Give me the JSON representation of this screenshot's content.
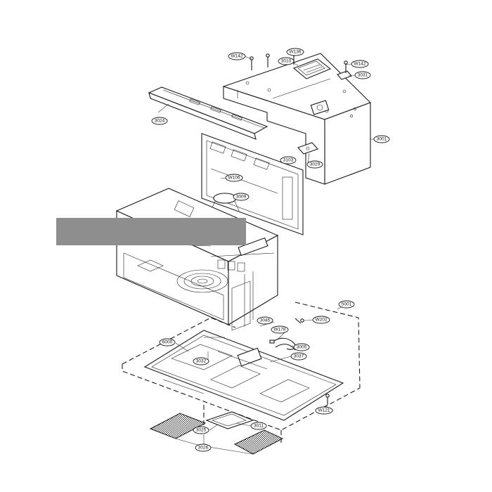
{
  "callouts": {
    "w142_left": "W142",
    "w136": "W136",
    "w142_right": "W142",
    "p3010": "3010",
    "p3031": "3031",
    "p3024": "3024",
    "p3001": "3001",
    "p3103": "3103",
    "p3029": "3029",
    "w106": "W106",
    "p3009": "3009",
    "p5001": "5001",
    "p3045": "3045",
    "w202": "W202",
    "w178": "W178",
    "p6000": "6000",
    "p3005": "3005",
    "p3032": "3032",
    "p3037": "3037",
    "w121": "W121",
    "p3011": "3011",
    "p3025": "3025",
    "p3026": "3026"
  },
  "colors": {
    "line": "#1a1a1a",
    "redaction": "#8e8e8e",
    "background": "#ffffff"
  }
}
